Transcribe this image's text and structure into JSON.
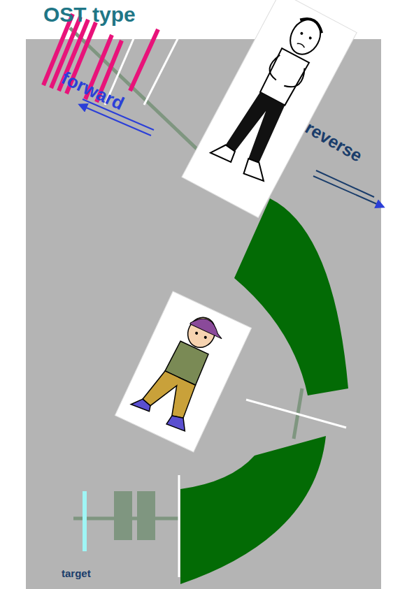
{
  "diagram": {
    "title": "OST type",
    "labels": [
      "reverse",
      "forward",
      "target"
    ]
  }
}
